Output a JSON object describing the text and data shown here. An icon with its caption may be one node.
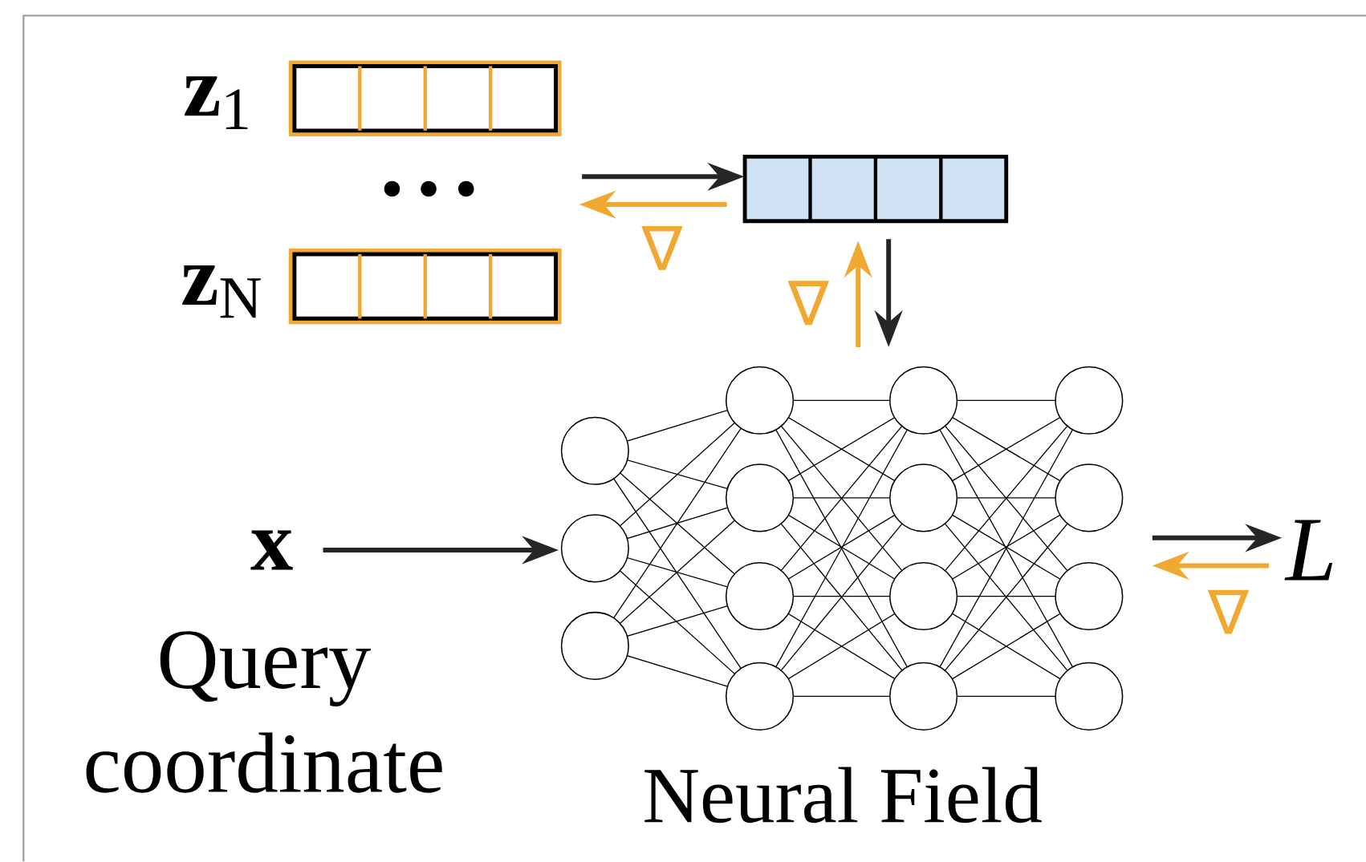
{
  "diagram": {
    "nodes": [
      {
        "text": [],
        "shape": "bar",
        "beside": [
          "**z**$_{1}$"
        ]
      },
      {
        "text": [],
        "shape": "bar",
        "beside": [
          "**z**$_{N}$"
        ]
      },
      {
        "text": [],
        "shape": "bar"
      },
      {
        "text": [
          "Neural Field"
        ]
      },
      {
        "text": [
          "x"
        ],
        "beside": [
          "Query coordinate"
        ]
      },
      {
        "text": [
          "L"
        ]
      }
    ],
    "edges": [
      {
        "from": null,
        "to": 2,
        "arrow": "to"
      },
      {
        "from": 2,
        "to": null,
        "arrow": "to",
        "label": "∇",
        "color": "#f0a830"
      },
      {
        "from": 2,
        "to": 3,
        "arrow": "to"
      },
      {
        "from": 3,
        "to": 2,
        "arrow": "to",
        "label": "∇",
        "color": "#f0a830"
      },
      {
        "from": 4,
        "to": 3,
        "arrow": "to"
      },
      {
        "from": 3,
        "to": 5,
        "arrow": "to"
      },
      {
        "from": 5,
        "to": 3,
        "arrow": "to",
        "label": "∇",
        "color": "#f0a830"
      }
    ]
  }
}
